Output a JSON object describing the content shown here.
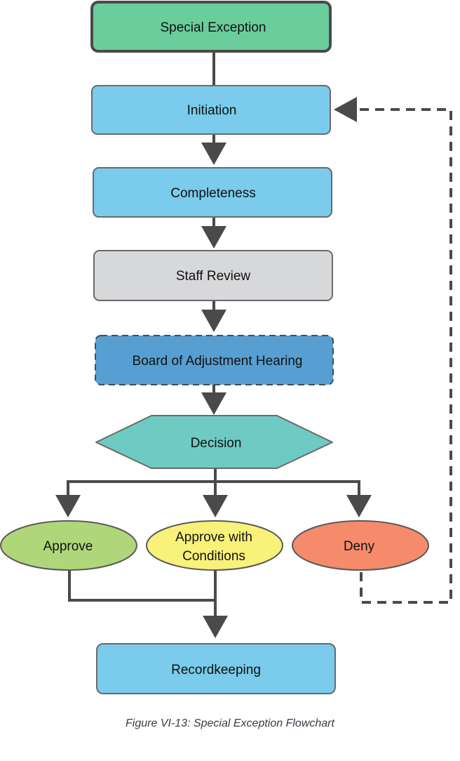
{
  "diagram": {
    "type": "flowchart",
    "nodes": {
      "special_exception": {
        "label": "Special Exception",
        "shape": "rounded-rect",
        "fill": "#69cd9c"
      },
      "initiation": {
        "label": "Initiation",
        "shape": "rounded-rect",
        "fill": "#7acbec"
      },
      "completeness": {
        "label": "Completeness",
        "shape": "rounded-rect",
        "fill": "#7acbec"
      },
      "staff_review": {
        "label": "Staff Review",
        "shape": "rounded-rect",
        "fill": "#d7d8da"
      },
      "board_hearing": {
        "label": "Board of Adjustment Hearing",
        "shape": "dashed-rounded-rect",
        "fill": "#579fd2"
      },
      "decision": {
        "label": "Decision",
        "shape": "hexagon",
        "fill": "#6ecbc3"
      },
      "approve": {
        "label": "Approve",
        "shape": "ellipse",
        "fill": "#b0d67a"
      },
      "approve_conditions": {
        "label_line1": "Approve with",
        "label_line2": "Conditions",
        "shape": "ellipse",
        "fill": "#f8f17a"
      },
      "deny": {
        "label": "Deny",
        "shape": "ellipse",
        "fill": "#f58b6b"
      },
      "recordkeeping": {
        "label": "Recordkeeping",
        "shape": "rounded-rect",
        "fill": "#7acbec"
      }
    },
    "edges": [
      {
        "from": "special_exception",
        "to": "initiation",
        "style": "solid",
        "arrow": false
      },
      {
        "from": "initiation",
        "to": "completeness",
        "style": "solid",
        "arrow": true
      },
      {
        "from": "completeness",
        "to": "staff_review",
        "style": "solid",
        "arrow": true
      },
      {
        "from": "staff_review",
        "to": "board_hearing",
        "style": "solid",
        "arrow": true
      },
      {
        "from": "board_hearing",
        "to": "decision",
        "style": "solid",
        "arrow": true
      },
      {
        "from": "decision",
        "to": "approve",
        "style": "solid",
        "arrow": true
      },
      {
        "from": "decision",
        "to": "approve_conditions",
        "style": "solid",
        "arrow": true
      },
      {
        "from": "decision",
        "to": "deny",
        "style": "solid",
        "arrow": true
      },
      {
        "from": "approve",
        "to": "recordkeeping",
        "style": "solid",
        "arrow": true
      },
      {
        "from": "approve_conditions",
        "to": "recordkeeping",
        "style": "solid",
        "arrow": true
      },
      {
        "from": "deny",
        "to": "initiation",
        "style": "dashed",
        "arrow": true
      }
    ],
    "colors": {
      "connector": "#4a4a4a",
      "border": "#5a5a5a"
    }
  },
  "caption": "Figure VI-13: Special Exception Flowchart"
}
